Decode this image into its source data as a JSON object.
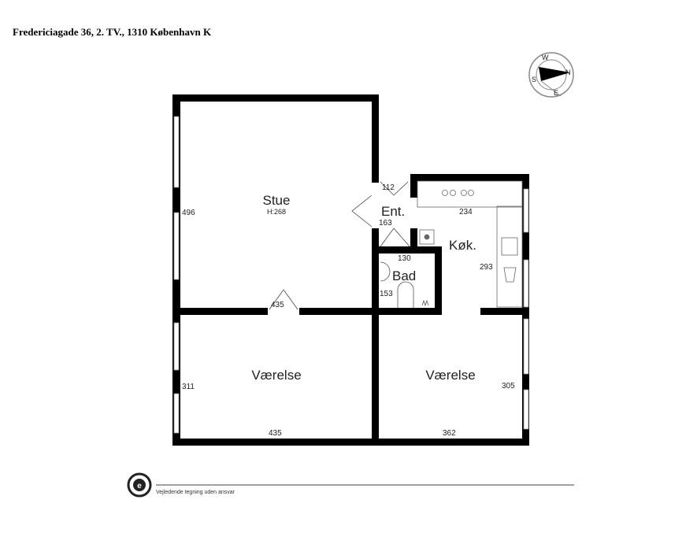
{
  "title": "Fredericiagade 36, 2. TV., 1310  København K",
  "compass": {
    "labels": [
      "N",
      "S",
      "W",
      "E"
    ]
  },
  "rooms": [
    {
      "name": "Stue",
      "height": "H:268",
      "dims": [
        "496",
        "435"
      ]
    },
    {
      "name": "Ent.",
      "dims": [
        "112",
        "163"
      ]
    },
    {
      "name": "Køk.",
      "dims": [
        "234",
        "293"
      ]
    },
    {
      "name": "Bad",
      "dims": [
        "130",
        "153"
      ]
    },
    {
      "name": "Værelse",
      "dims": [
        "311",
        "435"
      ]
    },
    {
      "name": "Værelse",
      "dims": [
        "305",
        "362"
      ]
    }
  ],
  "footer": {
    "disclaimer": "Vejledende tegning uden ansvar",
    "logo_letter": "e"
  }
}
